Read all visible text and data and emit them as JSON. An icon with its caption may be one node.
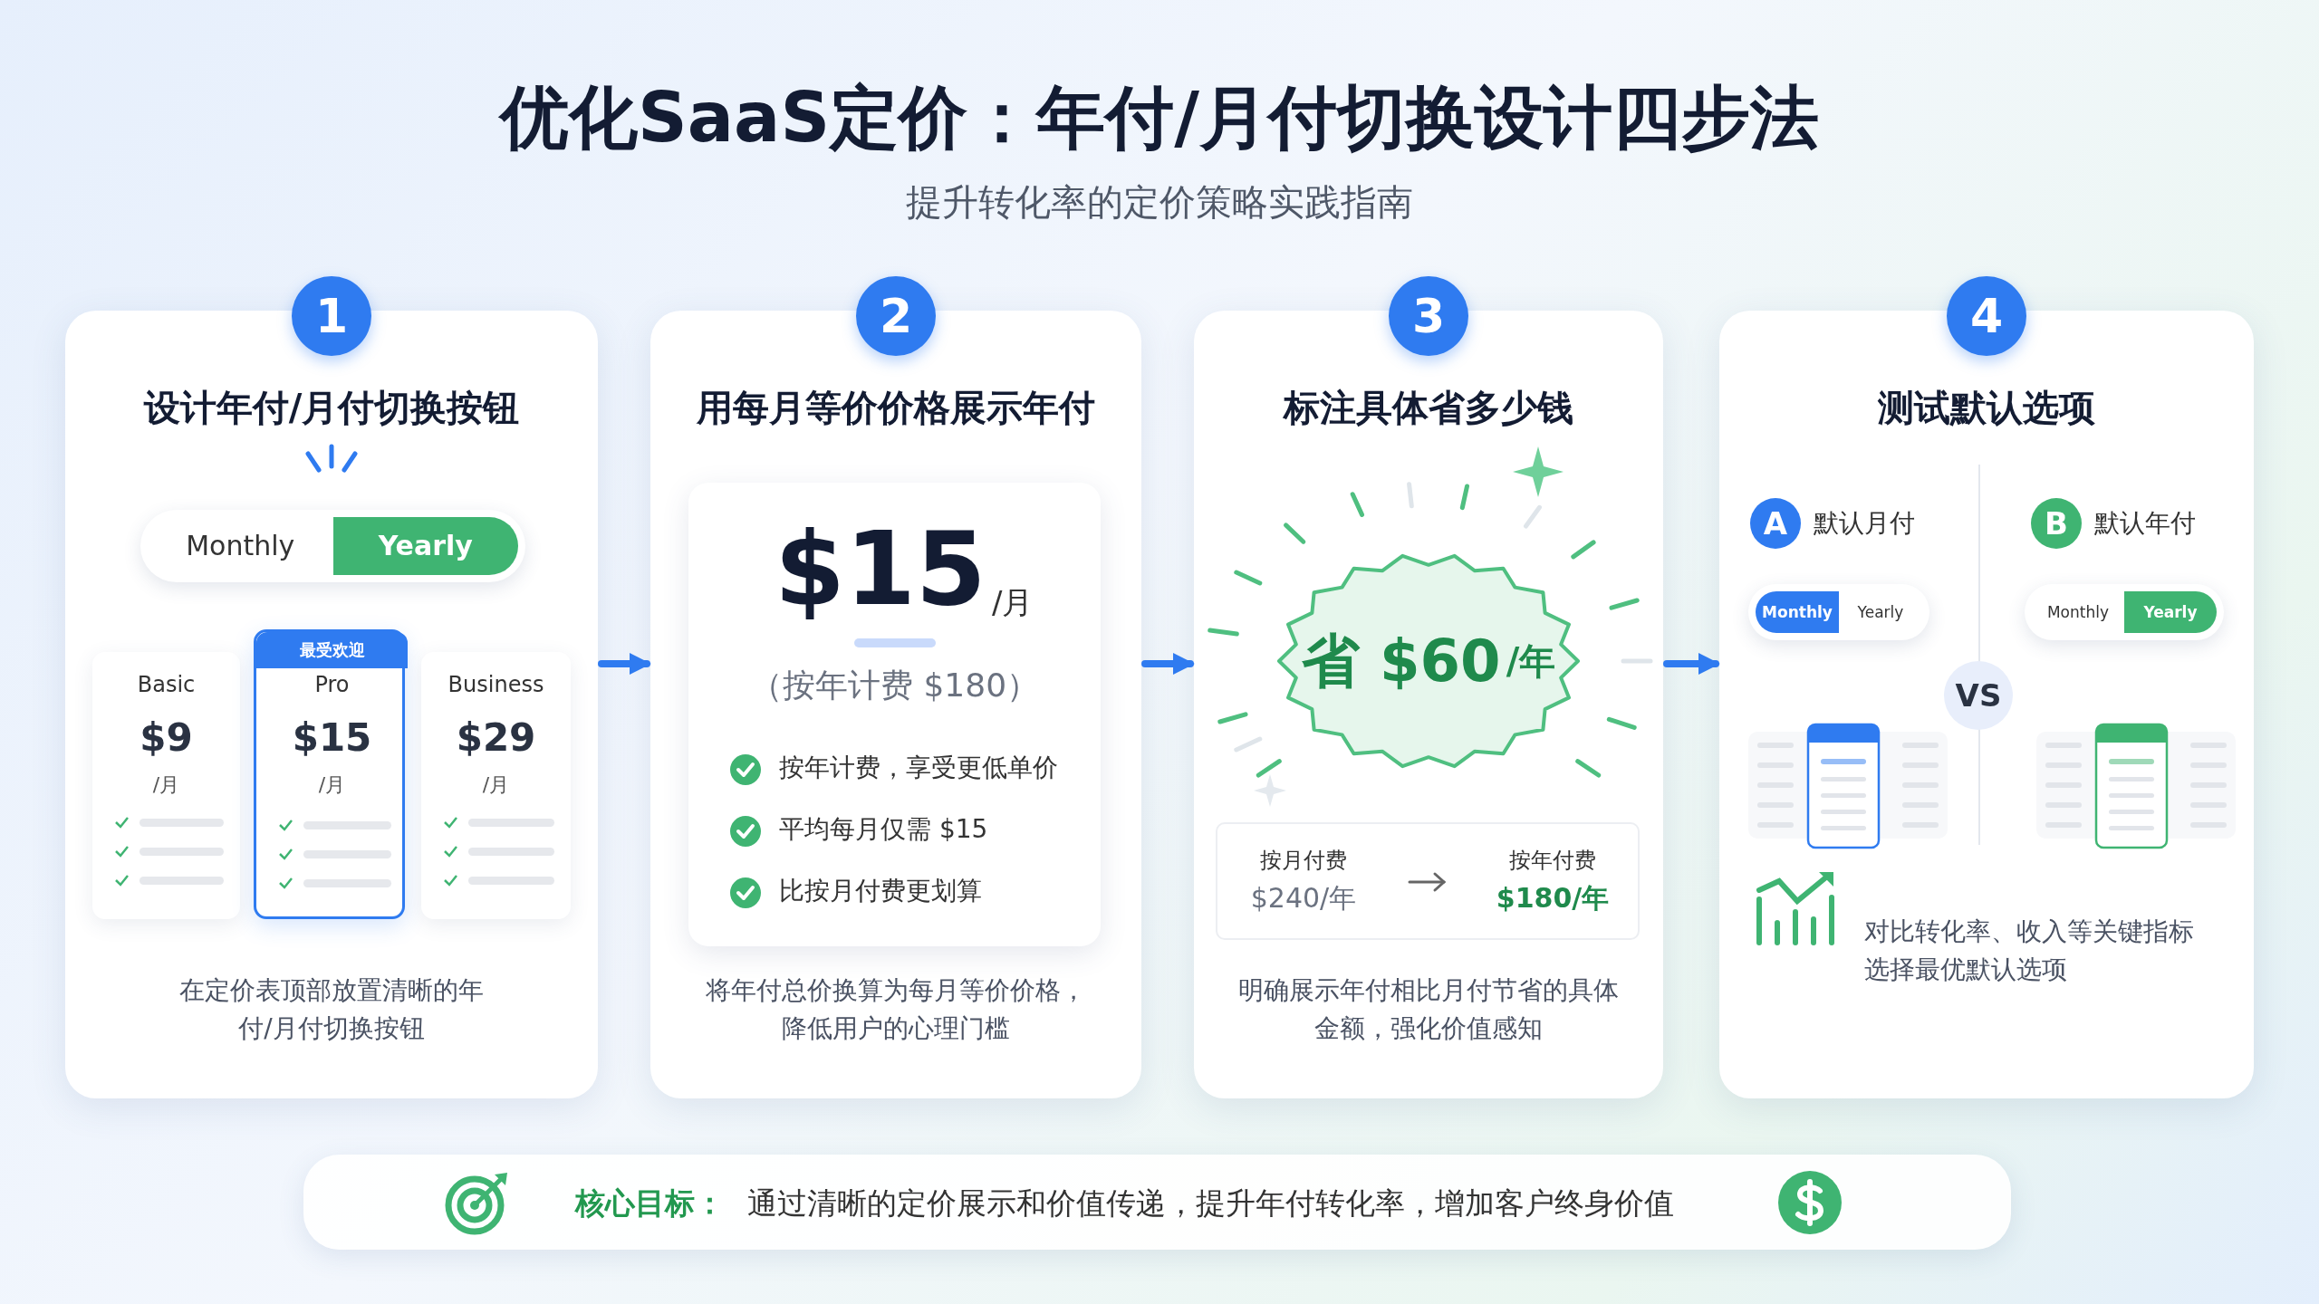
{
  "diagram": {
    "title": "优化SaaS定价：年付/月付切换设计四步法",
    "nodes": [
      {
        "text": [
          "1",
          "设计年付/月付切换按钮",
          "在定价表顶部放置清晰的年付/月付切换按钮"
        ]
      },
      {
        "text": [
          "Monthly",
          "Yearly"
        ],
        "in": 0
      },
      {
        "text": [
          "Basic",
          "$9",
          "/月"
        ],
        "in": 0
      },
      {
        "text": [
          "最受欢迎",
          "Pro",
          "$15",
          "/月"
        ],
        "in": 0
      },
      {
        "text": [
          "Business",
          "$29",
          "/月"
        ],
        "in": 0
      },
      {
        "text": [
          "2",
          "用每月等价价格展示年付",
          "将年付总价换算为每月等价价格，降低用户的心理门槛"
        ]
      },
      {
        "text": [
          "$15",
          "/月",
          "（按年计费 $180）",
          "按年计费，享受更低单价",
          "平均每月仅需 $15",
          "比按月付费更划算"
        ],
        "in": 5
      },
      {
        "text": [
          "3",
          "标注具体省多少钱",
          "明确展示年付相比月付节省的具体金额，强化价值感知"
        ]
      },
      {
        "text": [
          "省 $60",
          "/年"
        ],
        "in": 7
      },
      {
        "text": [
          "按月付费",
          "$240/年",
          "按年付费",
          "$180/年"
        ],
        "in": 7
      },
      {
        "text": [
          "4",
          "测试默认选项",
          "对比转化率、收入等关键指标选择最优默认选项"
        ]
      },
      {
        "text": [
          "A"
        ],
        "in": 10,
        "beside": [
          "默认月付"
        ]
      },
      {
        "text": [
          "Monthly",
          "Yearly"
        ],
        "in": 10
      },
      {
        "text": [
          "B"
        ],
        "in": 10,
        "beside": [
          "默认年付"
        ]
      },
      {
        "text": [
          "Monthly",
          "Yearly"
        ],
        "in": 10
      },
      {
        "text": [
          "VS"
        ],
        "in": 10
      },
      {
        "text": [
          "核心目标：",
          "通过清晰的定价展示和价值传递，提升年付转化率，增加客户终身价值"
        ]
      }
    ],
    "edges": [
      {
        "from": 0,
        "to": 5,
        "arrow": "to"
      },
      {
        "from": 5,
        "to": 7,
        "arrow": "to"
      },
      {
        "from": 7,
        "to": 10,
        "arrow": "to"
      }
    ],
    "labels": [
      "提升转化率的定价策略实践指南"
    ]
  }
}
